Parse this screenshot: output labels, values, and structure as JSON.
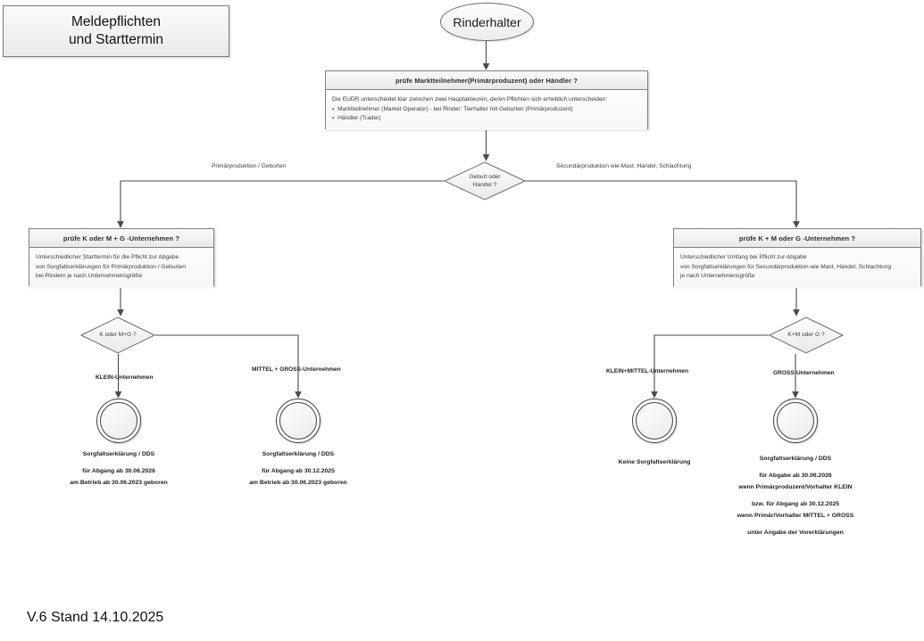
{
  "title_block": {
    "line1": "Meldepflichten",
    "line2": "und Starttermin"
  },
  "start": {
    "label": "Rinderhalter"
  },
  "boxes": {
    "market": {
      "header": "prüfe Marktteilnehmer(Primärproduzent) oder Händler ?",
      "body_intro": "Die EUDR unterscheidet klar zwischen zwei Hauptakteuren, deren Pflichten sich erheblich unterscheiden:",
      "bullet1": "Marktteilnehmer (Market Operator)  -  bei Rinder: Tierhalter mit Geburten (Primärproduzent)",
      "bullet2": "Händler (Trader)"
    },
    "left": {
      "header": "prüfe K oder M + G -Unternehmen ?",
      "body_l1": "Unterschiedlicher Starttermin für die Pflicht zur Abgabe",
      "body_l2": "von Sorgfaltserklärungen für Primärproduktion / Geburten",
      "body_l3": "bei Rindern je nach Unternehmensgröße"
    },
    "right": {
      "header": "prüfe K + M oder G -Unternehmen ?",
      "body_l1": "Unterschiedlicher Umfang bei Pflicht zur Abgabe",
      "body_l2": "von Sorgfaltserklärungen für Secundärproduktion wie Mast, Handel, Schlachtung",
      "body_l3": "je nach Unternehmensgröße"
    }
  },
  "decisions": {
    "main": {
      "line1": "Geburt oder",
      "line2": "Handel ?"
    },
    "left": {
      "line1": "K oder M+G ?",
      "line2": ""
    },
    "right": {
      "line1": "K+M oder G ?",
      "line2": ""
    }
  },
  "edge_labels": {
    "primary": "Primärproduktion / Geburten",
    "secondary": "Secundärproduktion wie Mast, Handel, Schlachtung",
    "klein": "KLEIN-Unternehmen",
    "mittel_gross": "MITTEL + GROSS-Unternehmen",
    "klein_mittel": "KLEIN+MITTEL-Unternehmen",
    "gross": "GROSS-Unternehmen"
  },
  "end_nodes": {
    "n1": {
      "title": "Sorgfaltserklärung / DDS",
      "l1": "für Abgang ab 30.06.2026",
      "l2": "am Betrieb ab 30.06.2023 geboren"
    },
    "n2": {
      "title": "Sorgfaltserklärung / DDS",
      "l1": "für Abgang ab 30.12.2025",
      "l2": "am Betrieb ab 30.06.2023 geboren"
    },
    "n3": {
      "title": "Keine Sorgfaltserklärung"
    },
    "n4": {
      "title": "Sorgfaltserklärung / DDS",
      "l1": "für Abgabe ab 30.06.2026",
      "l2": "wenn Primärproduzent/Vorhalter KLEIN",
      "l3": "bzw. für Abgang ab 30.12.2025",
      "l4": "wenn Primär/Vorhalter MITTEL + GROSS",
      "l5": "unter Angabe der Vorerklärungen"
    }
  },
  "footer": {
    "version": "V.6 Stand 14.10.2025"
  },
  "colors": {
    "line": "#4a4a4a",
    "box_border": "#808080",
    "text": "#1a1a1a"
  }
}
